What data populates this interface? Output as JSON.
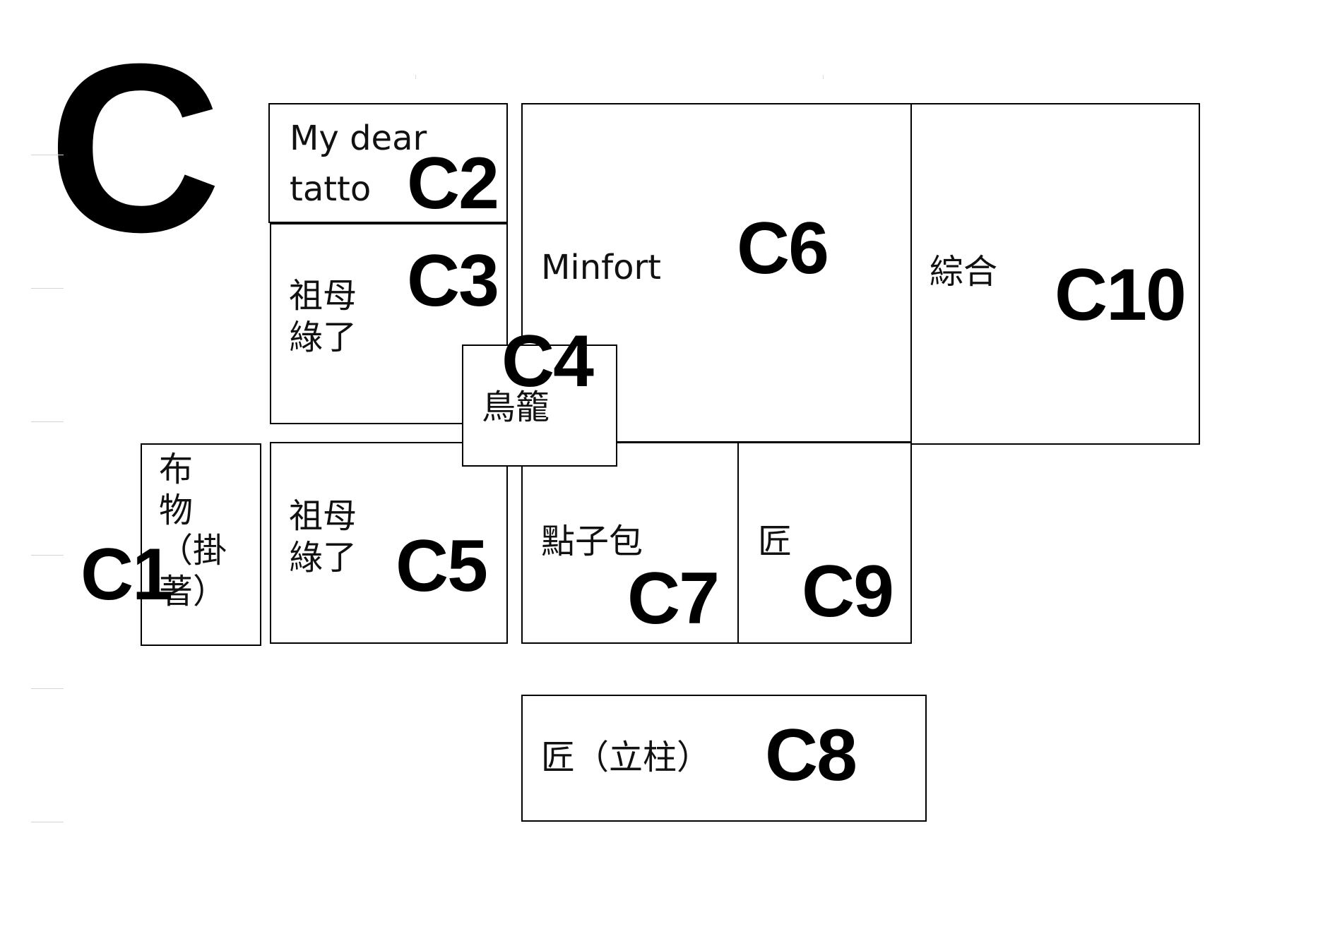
{
  "section": "C",
  "booths": {
    "c1": {
      "code": "C1",
      "name": "布\n物\n（掛\n著）"
    },
    "c2": {
      "code": "C2",
      "name": "My dear\ntatto"
    },
    "c3": {
      "code": "C3",
      "name": "祖母\n綠了"
    },
    "c4": {
      "code": "C4",
      "name": "鳥籠"
    },
    "c5": {
      "code": "C5",
      "name": "祖母\n綠了"
    },
    "c6": {
      "code": "C6",
      "name": "Minfort"
    },
    "c7": {
      "code": "C7",
      "name": "點子包"
    },
    "c8": {
      "code": "C8",
      "name": "匠（立柱）"
    },
    "c9": {
      "code": "C9",
      "name": "匠"
    },
    "c10": {
      "code": "C10",
      "name": "綜合"
    }
  }
}
